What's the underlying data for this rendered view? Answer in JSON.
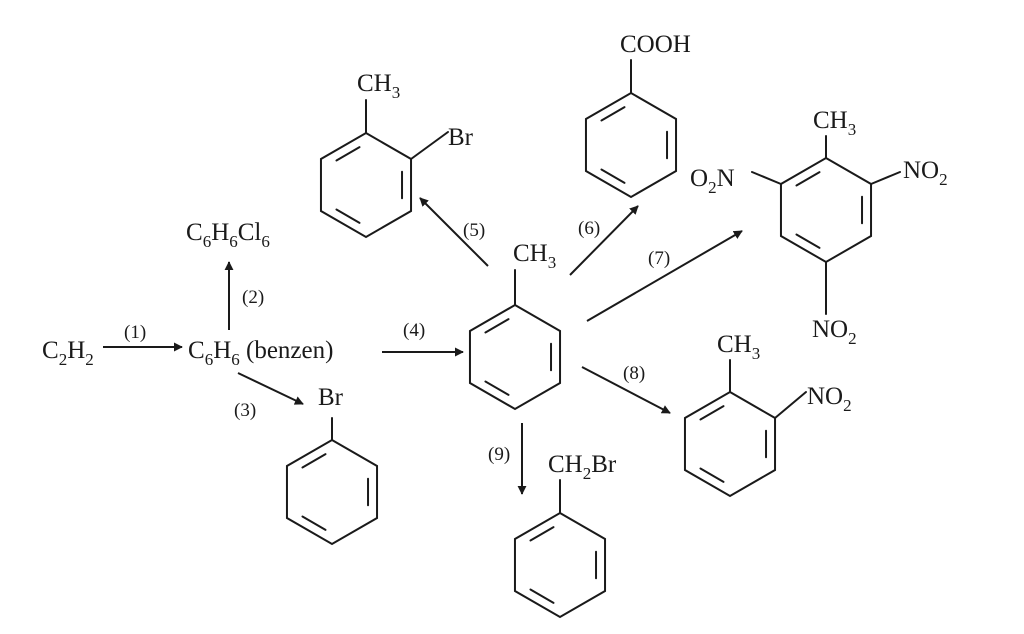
{
  "reactions": {
    "acetylene": {
      "main": "C",
      "n1": "2",
      "mid": "H",
      "n2": "2"
    },
    "benzene": {
      "main": "C",
      "n1": "6",
      "mid": "H",
      "n2": "6",
      "suffix": " (benzen)"
    },
    "hexachloro": {
      "a": "C",
      "n1": "6",
      "b": "H",
      "n2": "6",
      "c": "Cl",
      "n3": "6"
    },
    "bromobenzene": {
      "label": "Br"
    },
    "toluene": {
      "main": "CH",
      "n": "3"
    },
    "o_bromotoluene": {
      "methyl": "CH",
      "methyl_n": "3",
      "sub": "Br"
    },
    "benzoic_acid": {
      "label": "COOH"
    },
    "tnt": {
      "methyl": "CH",
      "methyl_n": "3",
      "left_a": "O",
      "left_n": "2",
      "left_b": "N",
      "right_a": "NO",
      "right_n": "2",
      "bottom_a": "NO",
      "bottom_n": "2"
    },
    "o_nitrotoluene": {
      "methyl": "CH",
      "methyl_n": "3",
      "sub_a": "NO",
      "sub_n": "2"
    },
    "benzyl_bromide": {
      "a": "CH",
      "n": "2",
      "b": "Br"
    }
  },
  "steps": [
    "(1)",
    "(2)",
    "(3)",
    "(4)",
    "(5)",
    "(6)",
    "(7)",
    "(8)",
    "(9)"
  ]
}
